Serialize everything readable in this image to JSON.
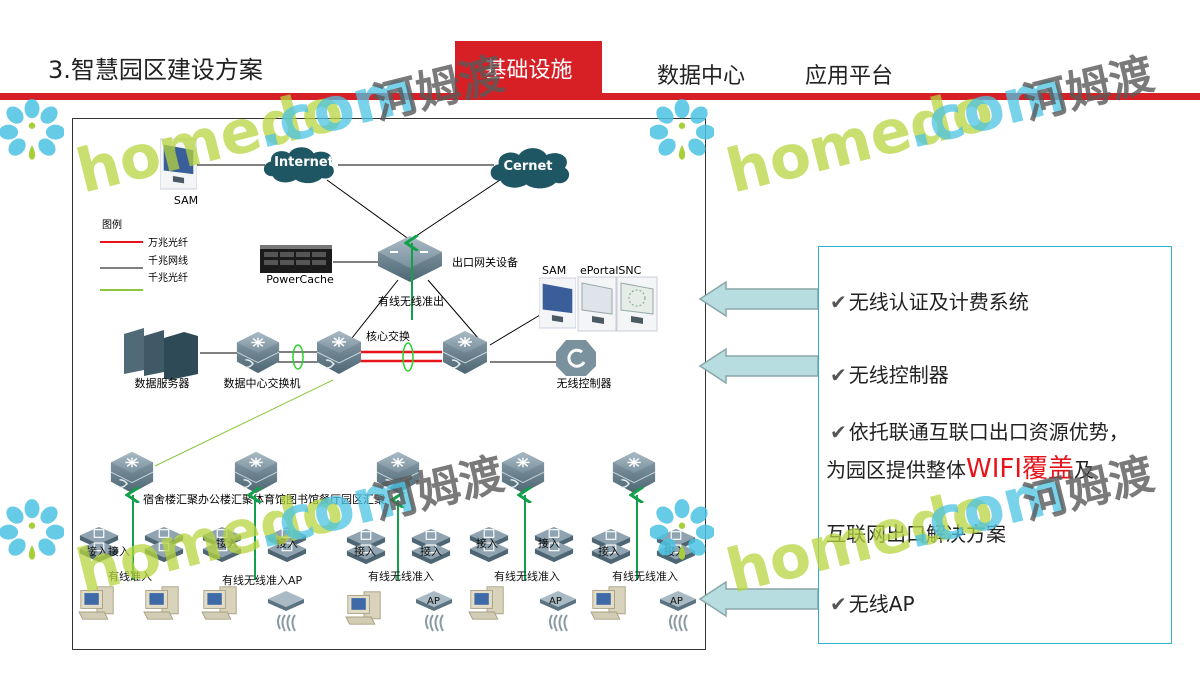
{
  "header": {
    "title": "3.智慧园区建设方案",
    "tabs": [
      {
        "label": "基础设施",
        "active": true
      },
      {
        "label": "数据中心",
        "active": false
      },
      {
        "label": "应用平台",
        "active": false
      }
    ],
    "accent_color": "#d71f26"
  },
  "diagram": {
    "nodes": {
      "sam_top": "SAM",
      "internet": "Internet",
      "cernet": "Cernet",
      "powercache": "PowerCache",
      "gateway": "出口网关设备",
      "wired_wireless_out": "有线无线准出",
      "sam_right": "SAM",
      "eportal_snc": "ePortalSNC",
      "core_switch": "核心交换",
      "data_servers": "数据服务器",
      "dc_switch": "数据中心交换机",
      "wireless_controller": "无线控制器",
      "aggregation": "宿舍楼汇聚办公楼汇聚体育馆图书馆餐厅园区汇聚",
      "access": "接入",
      "access_pair": "接入接入",
      "ap": "AP",
      "wired_access": "有线准入",
      "wired_wireless_access_ap": "有线无线准入AP",
      "wired_wireless_access": "有线无线准入"
    },
    "legend": {
      "title": "图例",
      "items": [
        {
          "label": "万兆光纤",
          "color": "#e8141c"
        },
        {
          "label": "千兆网线",
          "color": "#000000"
        },
        {
          "label": "千兆光纤",
          "color": "#8cc63f"
        }
      ]
    }
  },
  "info": {
    "items": [
      {
        "icon": "check-icon",
        "text": "无线认证及计费系统"
      },
      {
        "icon": "check-icon",
        "text": "无线控制器"
      },
      {
        "icon": "check-icon",
        "text_before": "依托联通互联口出口资源优势，",
        "text_line2": "为园区提供整体",
        "highlight": "WIFI覆盖",
        "text_after": "及",
        "text_line3": "互联网出口解决方案"
      },
      {
        "icon": "check-icon",
        "text": "无线AP"
      }
    ]
  },
  "watermark": {
    "latin": "homedo",
    "domain": ".com",
    "cn": "河姆渡"
  }
}
